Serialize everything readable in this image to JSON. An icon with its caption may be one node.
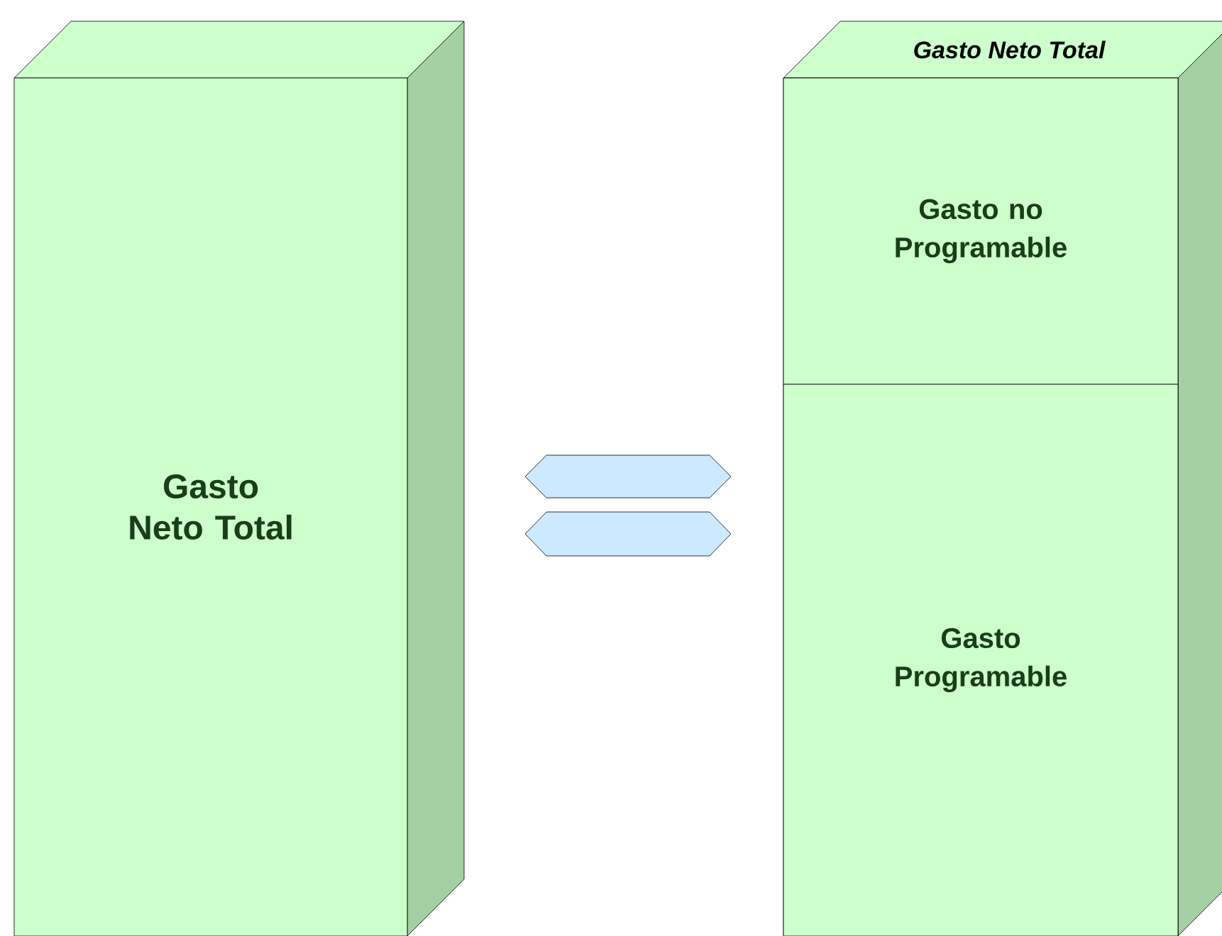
{
  "diagram": {
    "nodes": [
      {
        "text": [
          "Gasto Neto Total"
        ]
      },
      {
        "text": [
          "Gasto Neto Total"
        ]
      },
      {
        "text": [
          "Gasto no Programable"
        ],
        "in": 1
      },
      {
        "text": [
          "Gasto Programable"
        ],
        "in": 1
      }
    ]
  }
}
